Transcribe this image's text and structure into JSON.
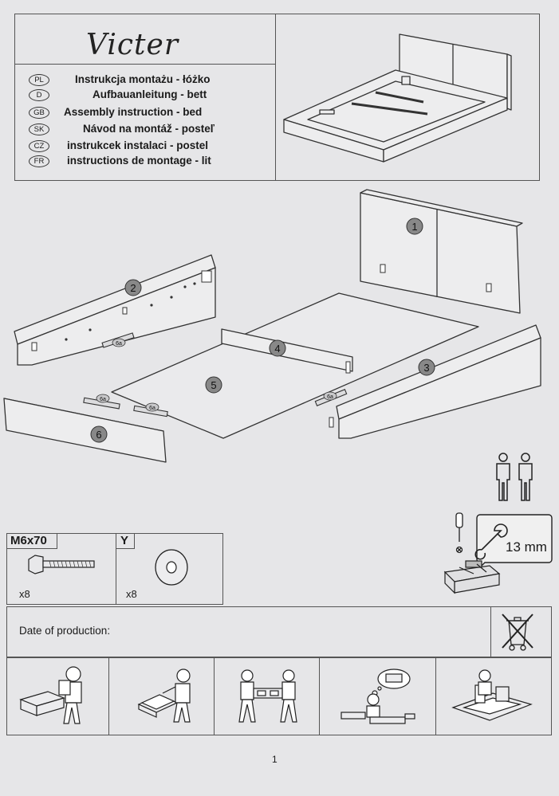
{
  "header": {
    "product_name": "Victer",
    "languages": [
      {
        "code": "PL",
        "text": "Instrukcja montażu - łóżko"
      },
      {
        "code": "D",
        "text": "Aufbauanleitung - bett"
      },
      {
        "code": "GB",
        "text": "Assembly instruction - bed"
      },
      {
        "code": "SK",
        "text": "Návod na montáž - posteľ"
      },
      {
        "code": "CZ",
        "text": "instrukcek instalaci - postel"
      },
      {
        "code": "FR",
        "text": "instructions de montage - lit"
      }
    ]
  },
  "diagram": {
    "parts": [
      "1",
      "2",
      "3",
      "4",
      "5",
      "6"
    ],
    "bracket_label": "6a"
  },
  "tools": {
    "wrench_size": "13 mm"
  },
  "hardware": [
    {
      "code": "M6x70",
      "quantity": "x8",
      "icon": "bolt-icon"
    },
    {
      "code": "Y",
      "quantity": "x8",
      "icon": "washer-icon"
    }
  ],
  "footer": {
    "date_of_production_label": "Date of production:",
    "page_number": "1"
  },
  "steps": [
    "read-manual",
    "unpack",
    "carry-with-two",
    "sort-parts",
    "assemble"
  ]
}
